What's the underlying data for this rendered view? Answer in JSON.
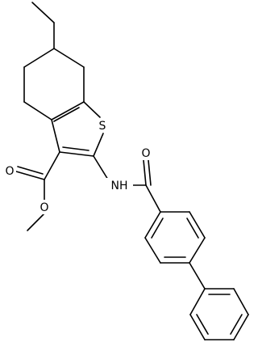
{
  "diagram": {
    "type": "chemical-structure",
    "atom_labels": {
      "sulfur": "S",
      "amide_nitrogen": "NH",
      "amide_oxygen": "O",
      "ester_carbonyl_oxygen": "O",
      "ester_methoxy_oxygen": "O"
    }
  }
}
